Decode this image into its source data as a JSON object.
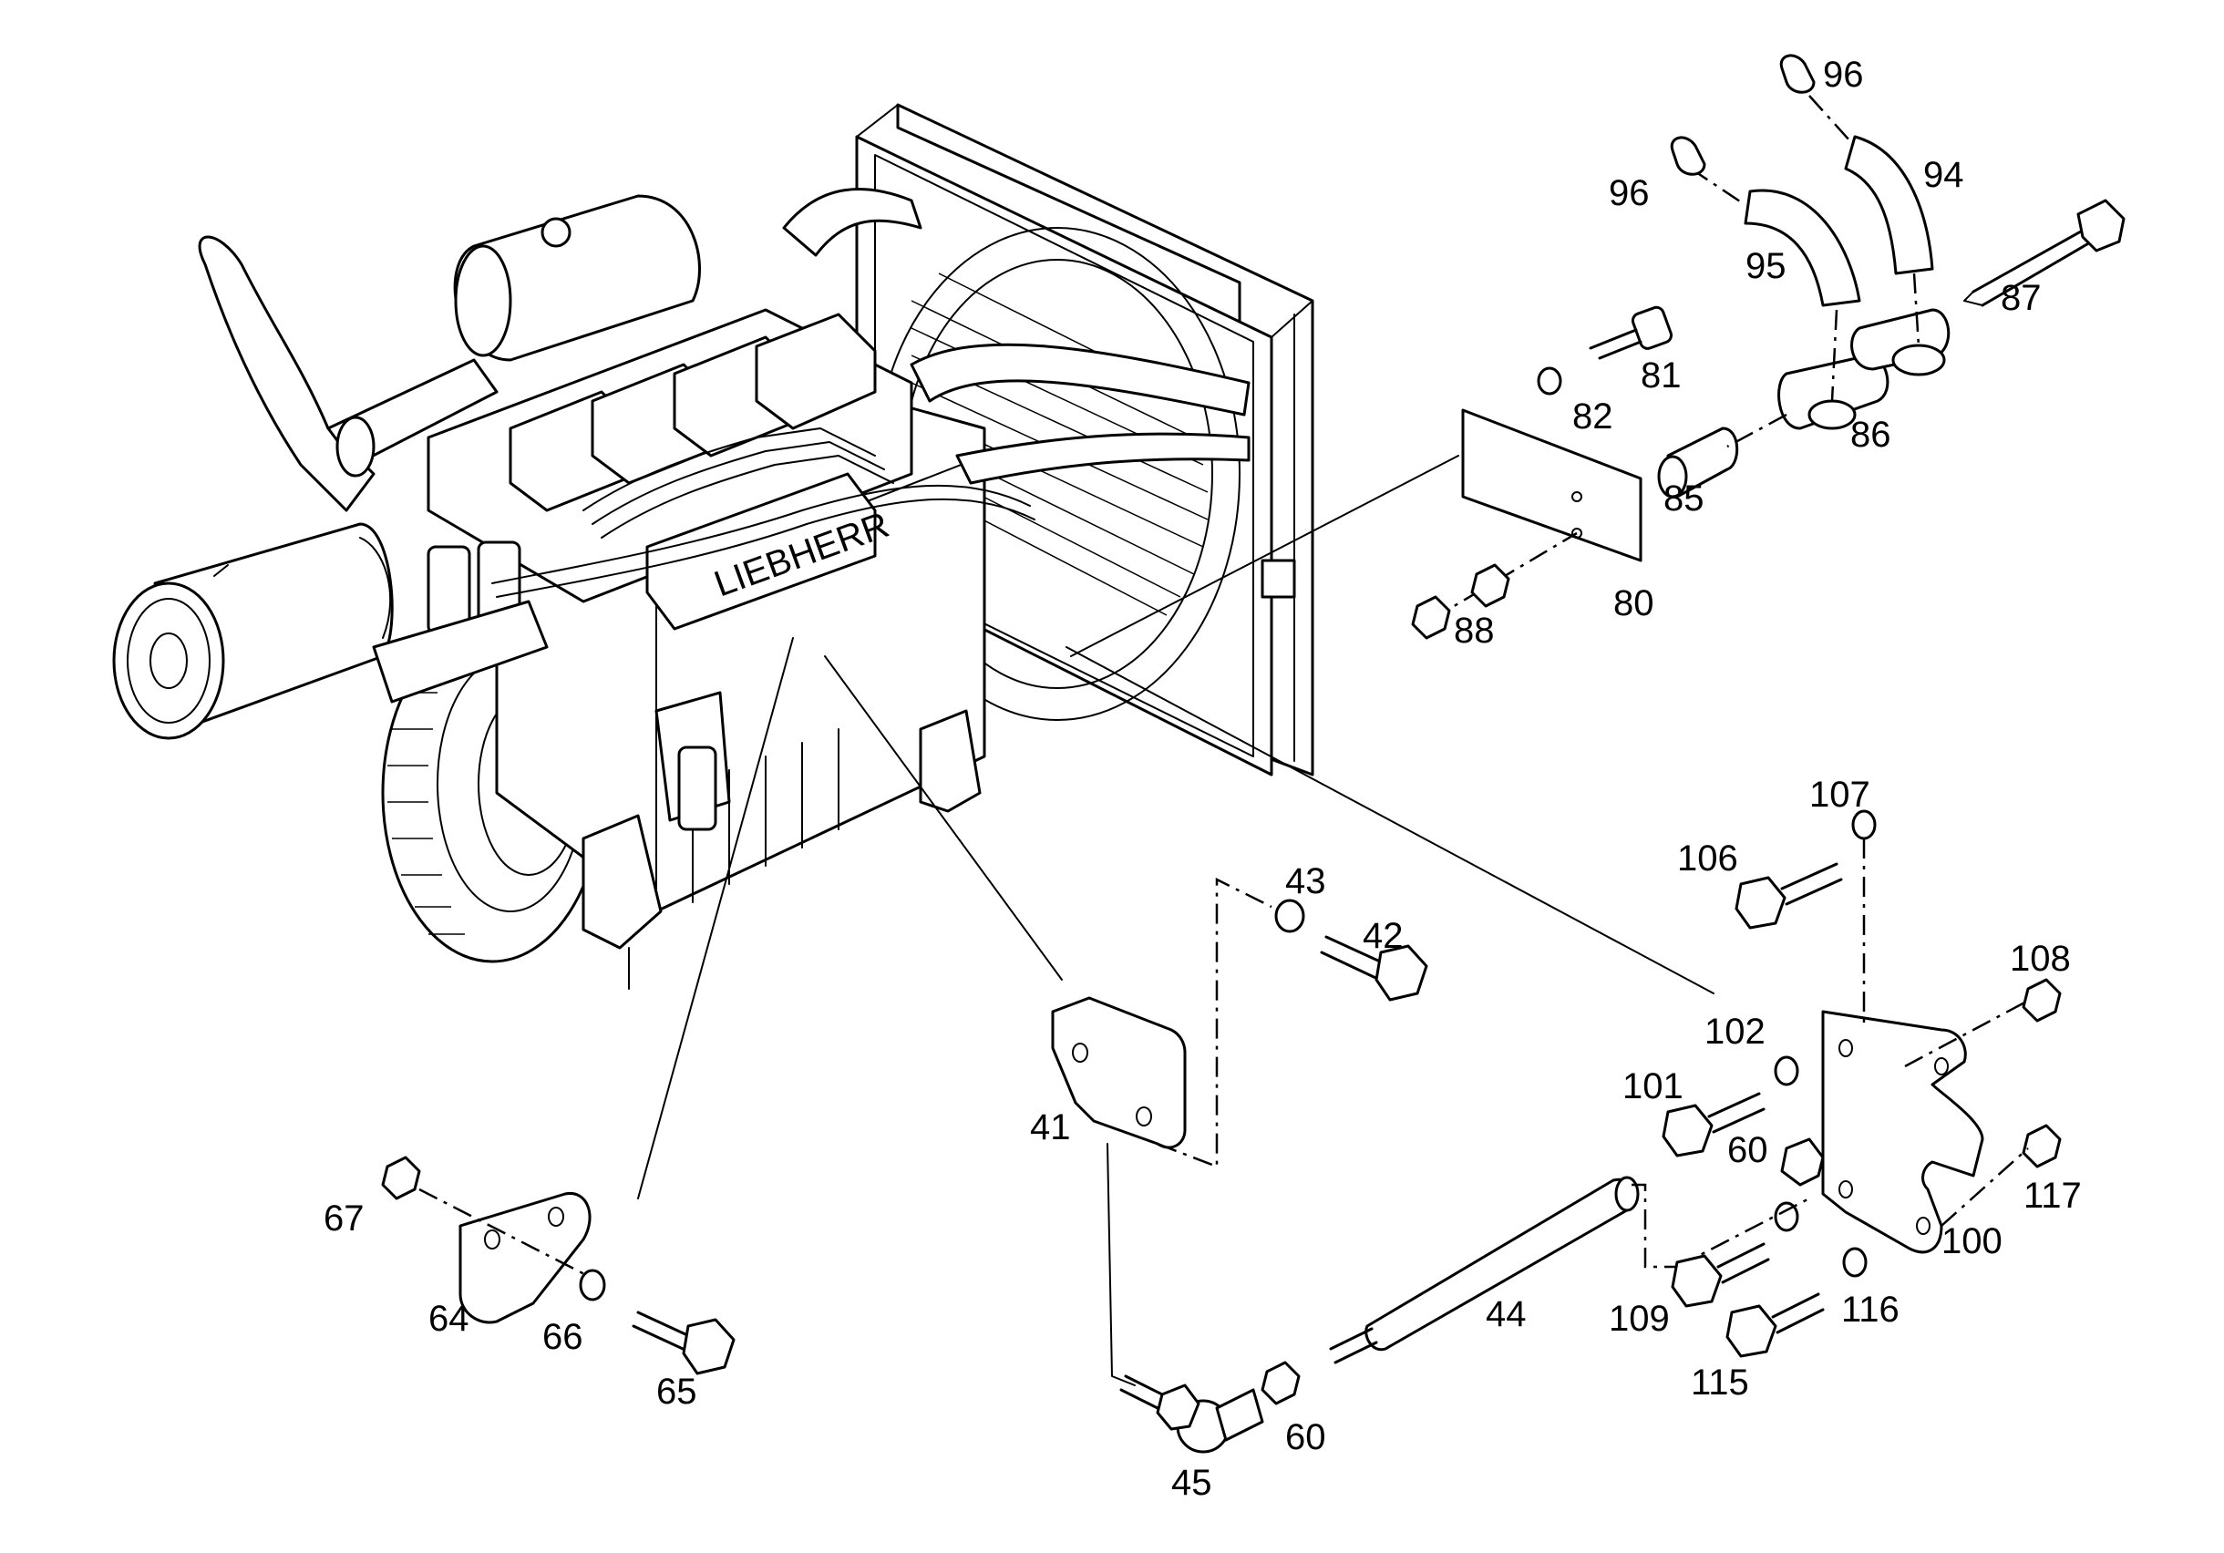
{
  "diagram": {
    "title": "",
    "callouts": {
      "c41": "41",
      "c42": "42",
      "c43": "43",
      "c44": "44",
      "c45": "45",
      "c60a": "60",
      "c60b": "60",
      "c64": "64",
      "c65": "65",
      "c66": "66",
      "c67": "67",
      "c80": "80",
      "c81": "81",
      "c82": "82",
      "c85": "85",
      "c86": "86",
      "c87": "87",
      "c88": "88",
      "c94": "94",
      "c95": "95",
      "c96a": "96",
      "c96b": "96",
      "c100": "100",
      "c101": "101",
      "c102": "102",
      "c106": "106",
      "c107": "107",
      "c108": "108",
      "c109": "109",
      "c115": "115",
      "c116": "116",
      "c117": "117"
    },
    "engine_badge": "LIEBHERR"
  }
}
